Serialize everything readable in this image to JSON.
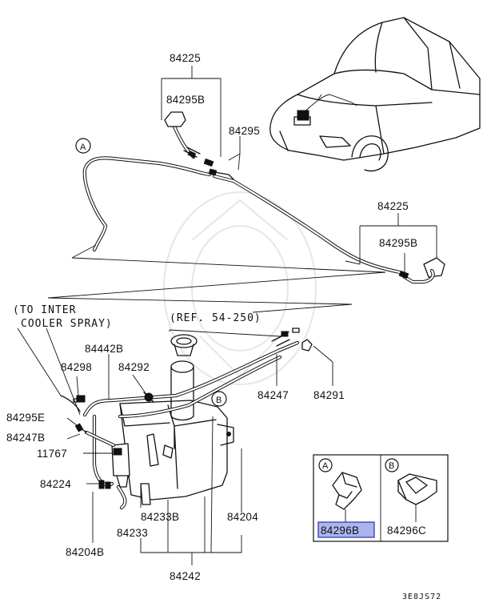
{
  "labels": {
    "p84225_top": "84225",
    "p84295b_top": "84295B",
    "p84295": "84295",
    "p84225_right": "84225",
    "p84295b_right": "84295B",
    "to_inter_line1": "(TO INTER",
    "to_inter_line2": "COOLER SPRAY)",
    "ref": "(REF. 54-250)",
    "p84442b": "84442B",
    "p84298": "84298",
    "p84292": "84292",
    "p84295e": "84295E",
    "p84247b": "84247B",
    "p11767": "11767",
    "p84224": "84224",
    "p84204b": "84204B",
    "p84233b": "84233B",
    "p84233": "84233",
    "p84204": "84204",
    "p84242": "84242",
    "p84247": "84247",
    "p84291": "84291",
    "p84296b": "84296B",
    "p84296c": "84296C",
    "callout_a": "A",
    "callout_b": "B",
    "drawing_code": "3E8JS72"
  },
  "highlight": {
    "part": "84296B",
    "fill_color": "#aab4ee",
    "border_color": "#2a33a8"
  }
}
